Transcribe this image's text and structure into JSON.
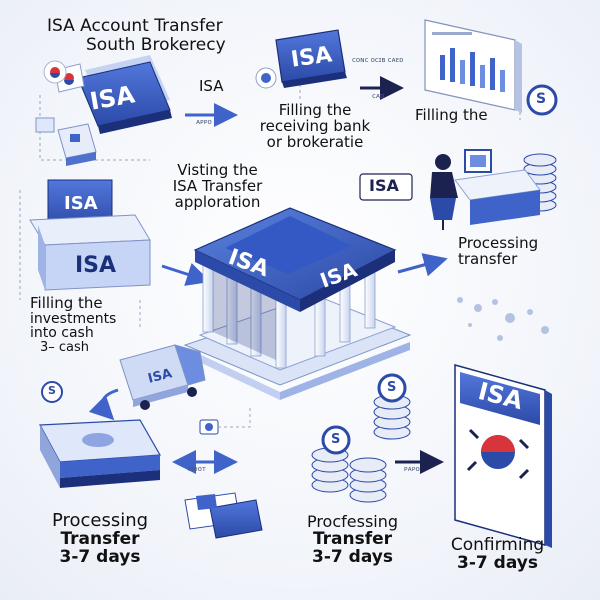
{
  "title": {
    "line1": "ISA Account Transfer",
    "line2": "South Brokerecy"
  },
  "badges": {
    "b1": "ISA",
    "b2": "ISA",
    "b3": "ISA",
    "b4": "ISA",
    "b5": "ISA",
    "b6": "ISA",
    "b7": "ISA",
    "b8": "ISA",
    "b9": "ISA"
  },
  "arrow_labels": {
    "top_isa": "ISA",
    "small_1": "ᴀᴘᴘᴏ",
    "small_2": "ᴄᴀᴅ",
    "small_3": "ᴍᴏᴏᴛ",
    "small_4": "ᴘᴀᴘᴏ",
    "screen_small": "ᴄᴏɴᴄ ᴏᴄɪʙ ᴄᴀᴇᴅ"
  },
  "coin_symbol": "S",
  "steps": {
    "receiving": {
      "line1": "Filling the",
      "line2": "receiving bank",
      "line3": "or brokeratie"
    },
    "filling_top_right": {
      "line1": "Filling  the"
    },
    "visiting": {
      "line1": "Visting the",
      "line2": "ISA Transfer",
      "line3": "apploration"
    },
    "processing_right": {
      "line1": "Processing",
      "line2": "transfer"
    },
    "investments": {
      "line1": "Filling the",
      "line2": "investments",
      "line3": "into cash",
      "line4": "3– cash"
    },
    "processing_bottom_left": {
      "line1": "Processing",
      "line2": "Transfer",
      "line3": "3-7 days"
    },
    "processing_bottom_mid": {
      "line1": "Procfessing",
      "line2": "Transfer",
      "line3": "3-7 days"
    },
    "confirming": {
      "line1": "Confirming",
      "line2": "3-7 days"
    }
  },
  "colors": {
    "primary_blue": "#3f63c9",
    "dark_blue": "#1b2f7a",
    "light_blue": "#dfe8fb",
    "accent_red": "#d8343c",
    "navy": "#1c2250"
  }
}
